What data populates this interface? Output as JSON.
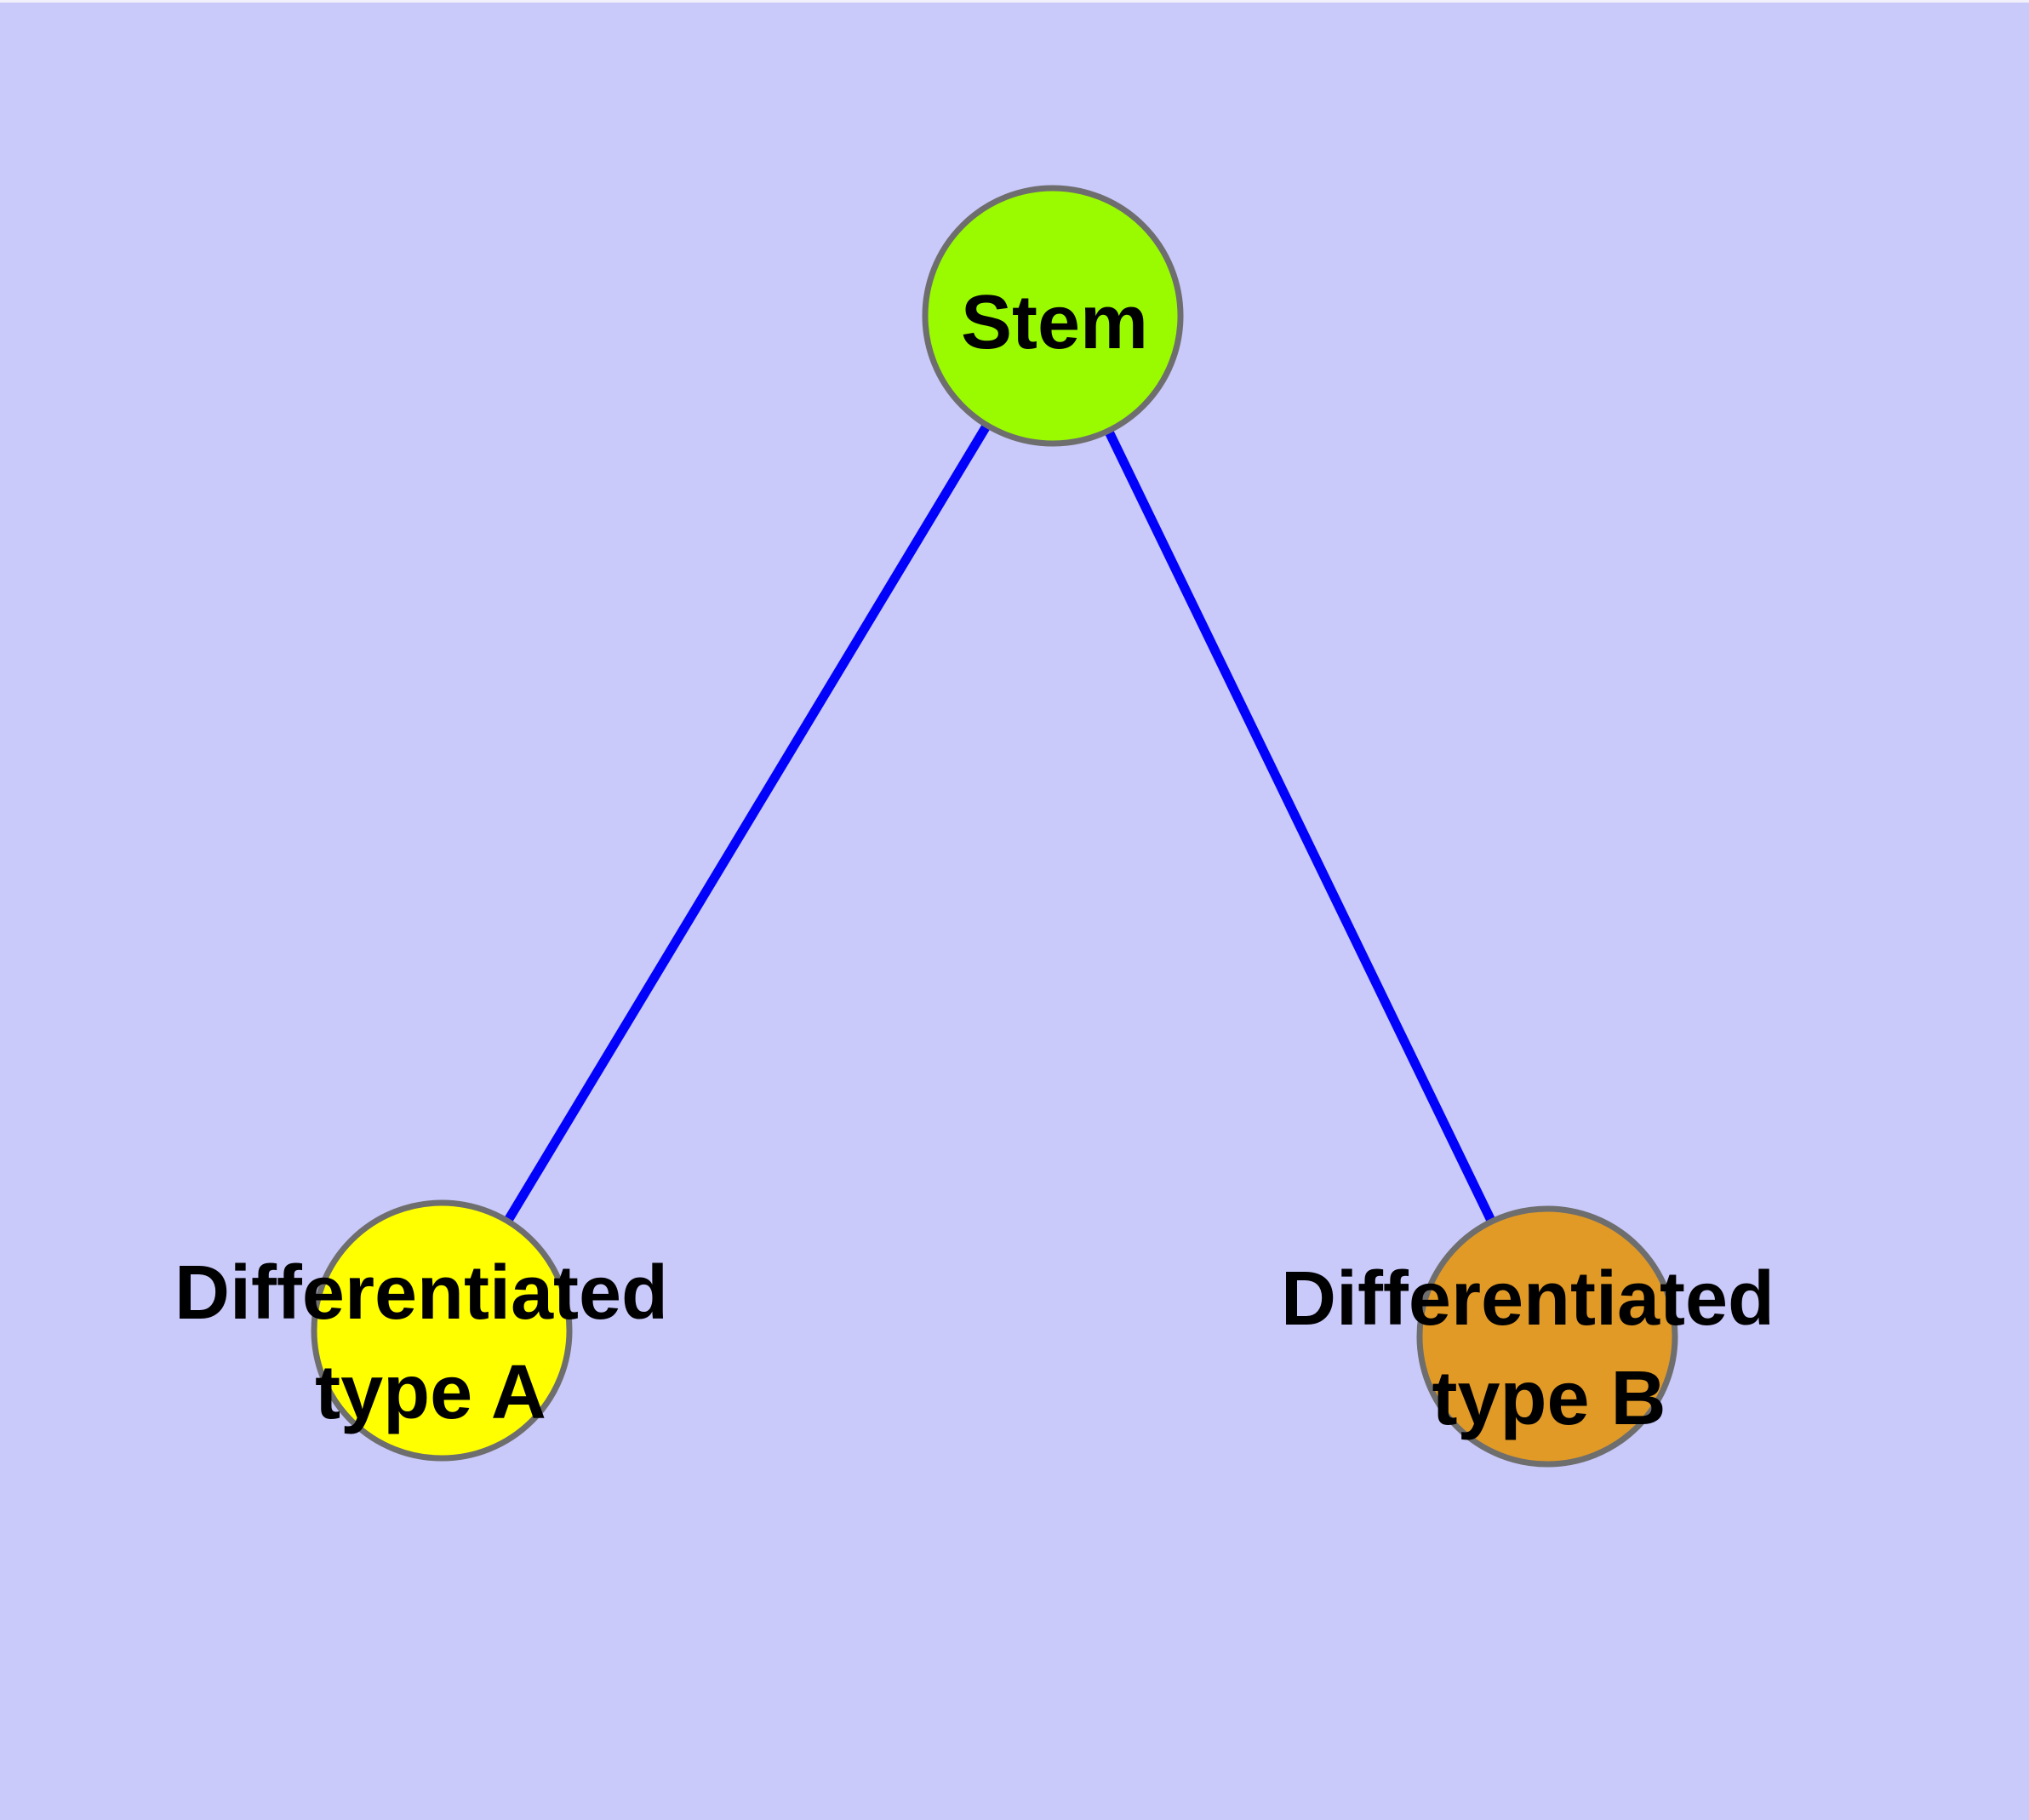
{
  "graph": {
    "type": "node-link-diagram",
    "background_color": "#c9c9fa",
    "edge_color": "#0202fa",
    "node_border_color": "#6e6e6e",
    "label_color": "#000000",
    "nodes": [
      {
        "id": "stem",
        "label": "Stem",
        "label_lines": [
          "Stem"
        ],
        "fill": "#9afb00"
      },
      {
        "id": "differentiated-type-a",
        "label": "Differentiated type A",
        "label_lines": [
          "Differentiated",
          "type A"
        ],
        "fill": "#ffff00"
      },
      {
        "id": "differentiated-type-b",
        "label": "Differentiated type B",
        "label_lines": [
          "Differentiated",
          "type B"
        ],
        "fill": "#e29a26"
      }
    ],
    "edges": [
      {
        "from": "Stem",
        "to": "Differentiated type A"
      },
      {
        "from": "Stem",
        "to": "Differentiated type B"
      }
    ]
  }
}
